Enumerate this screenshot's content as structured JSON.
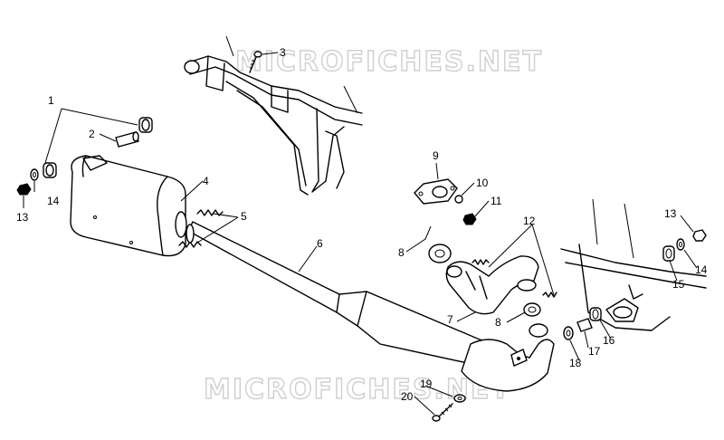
{
  "watermark": "MICROFICHES.NET",
  "callouts": [
    "1",
    "2",
    "3",
    "4",
    "5",
    "6",
    "7",
    "8",
    "9",
    "10",
    "11",
    "12",
    "13",
    "14",
    "15",
    "16",
    "17",
    "18",
    "19",
    "20"
  ]
}
